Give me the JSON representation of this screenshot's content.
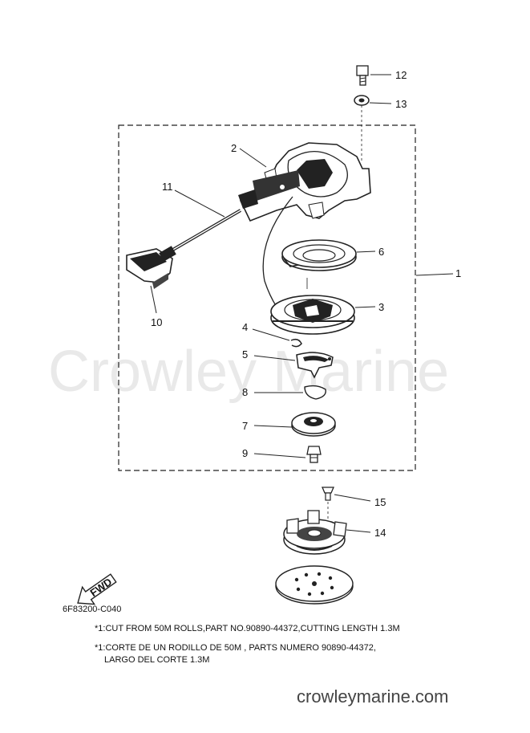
{
  "watermark": "Crowley Marine",
  "callouts": {
    "n1": "1",
    "n2": "2",
    "n3": "3",
    "n4": "4",
    "n5": "5",
    "n6": "6",
    "n7": "7",
    "n8": "8",
    "n9": "9",
    "n10": "10",
    "n11": "11",
    "n12": "12",
    "n13": "13",
    "n14": "14",
    "n15": "15"
  },
  "fwd_label": "FWD",
  "diagram_code": "6F83200-C040",
  "notes": {
    "english": "*1:CUT FROM 50M ROLLS,PART NO.90890-44372,CUTTING LENGTH 1.3M",
    "spanish_line1": "*1:CORTE DE UN RODILLO DE 50M , PARTS NUMERO 90890-44372,",
    "spanish_line2": "LARGO DEL CORTE 1.3M"
  },
  "site_url": "crowleymarine.com"
}
